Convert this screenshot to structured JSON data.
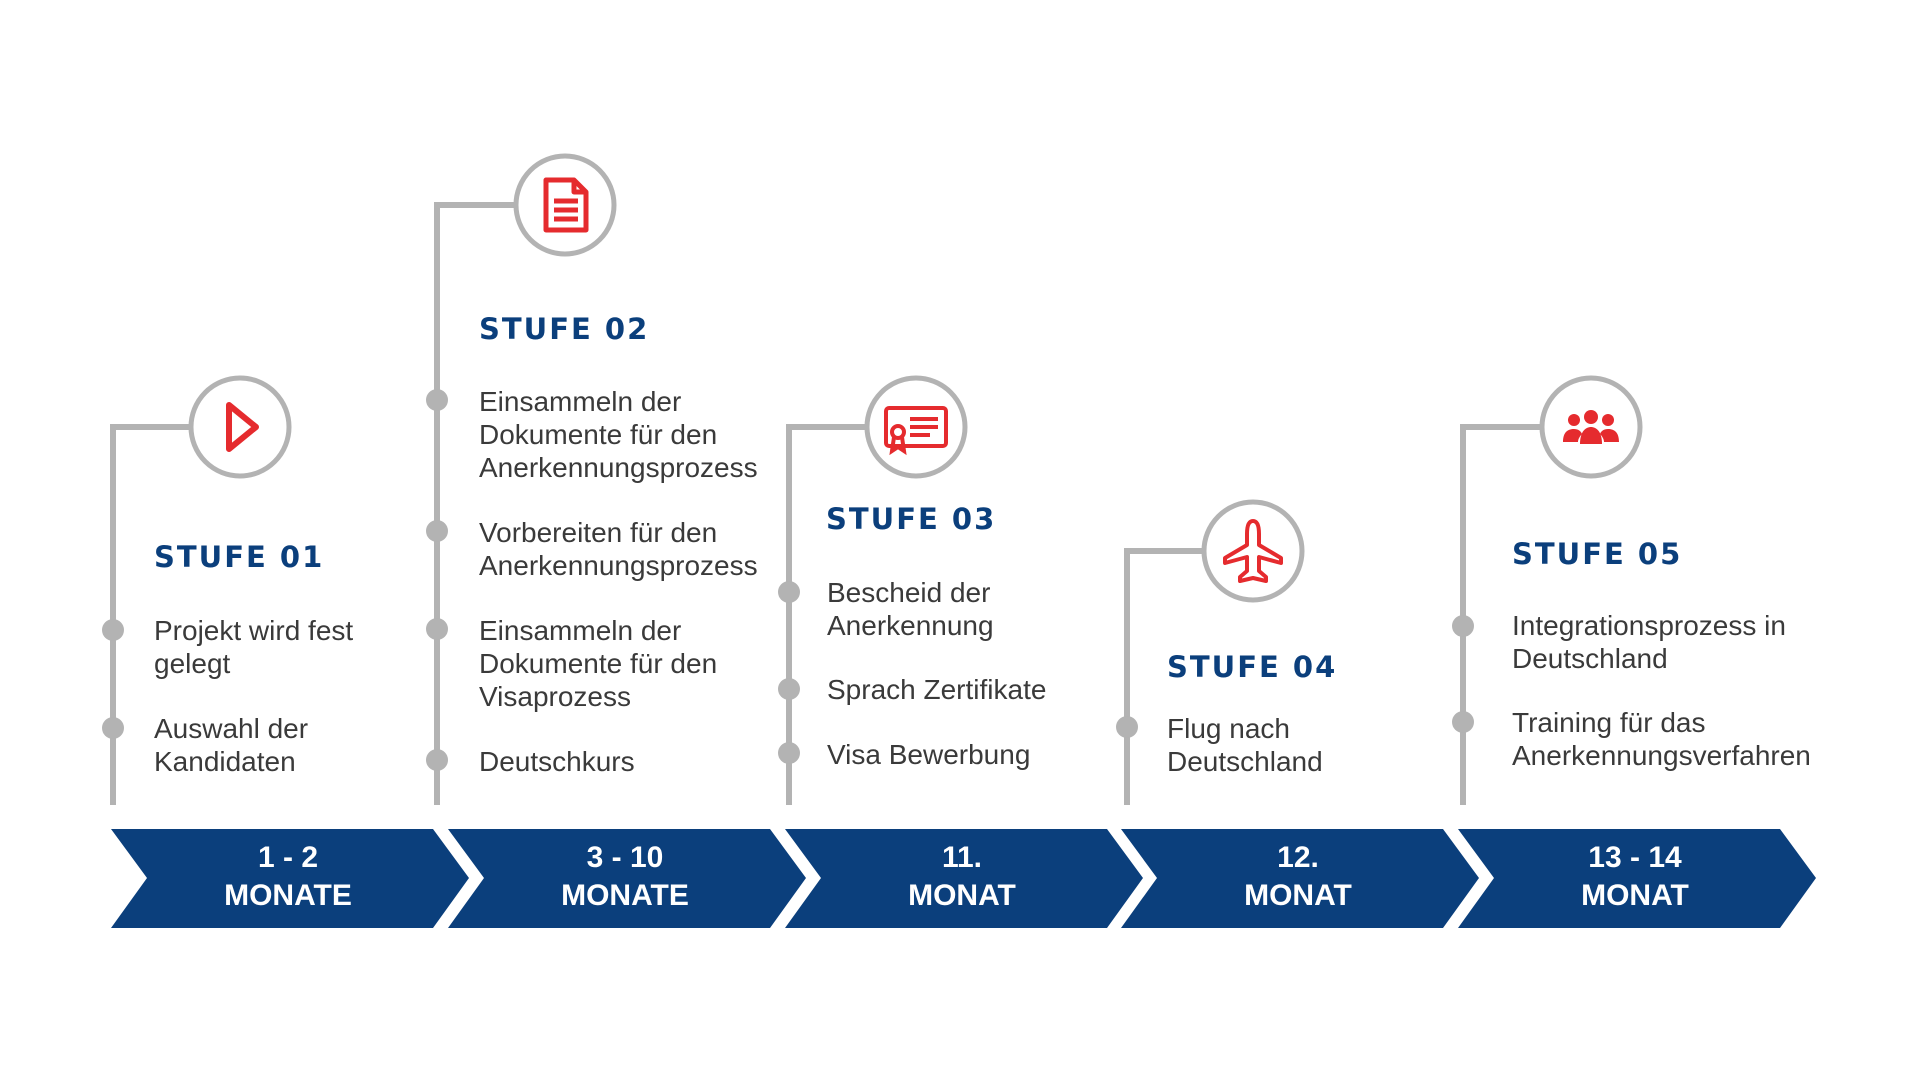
{
  "colors": {
    "navy": "#0b3f7c",
    "red": "#e52b2e",
    "gray": "#b3b3b3",
    "text": "#3a3a3a"
  },
  "stages": [
    {
      "title": "STUFE 01",
      "icon": "play-icon",
      "items": [
        "Projekt wird fest\ngelegt",
        "Auswahl der\nKandidaten"
      ],
      "period": {
        "line1": "1 - 2",
        "line2": "MONATE"
      }
    },
    {
      "title": "STUFE 02",
      "icon": "document-icon",
      "items": [
        "Einsammeln der\nDokumente für den\nAnerkennungsprozess",
        "Vorbereiten für den\nAnerkennungsprozess",
        "Einsammeln der\nDokumente für den\nVisaprozess",
        "Deutschkurs"
      ],
      "period": {
        "line1": "3 - 10",
        "line2": "MONATE"
      }
    },
    {
      "title": "STUFE 03",
      "icon": "certificate-icon",
      "items": [
        "Bescheid der\nAnerkennung",
        "Sprach Zertifikate",
        "Visa Bewerbung"
      ],
      "period": {
        "line1": "11.",
        "line2": "MONAT"
      }
    },
    {
      "title": "STUFE 04",
      "icon": "airplane-icon",
      "items": [
        "Flug nach\nDeutschland"
      ],
      "period": {
        "line1": "12.",
        "line2": "MONAT"
      }
    },
    {
      "title": "STUFE 05",
      "icon": "people-icon",
      "items": [
        "Integrationsprozess in\nDeutschland",
        "Training für das\nAnerkennungsverfahren"
      ],
      "period": {
        "line1": "13 - 14",
        "line2": "MONAT"
      }
    }
  ]
}
